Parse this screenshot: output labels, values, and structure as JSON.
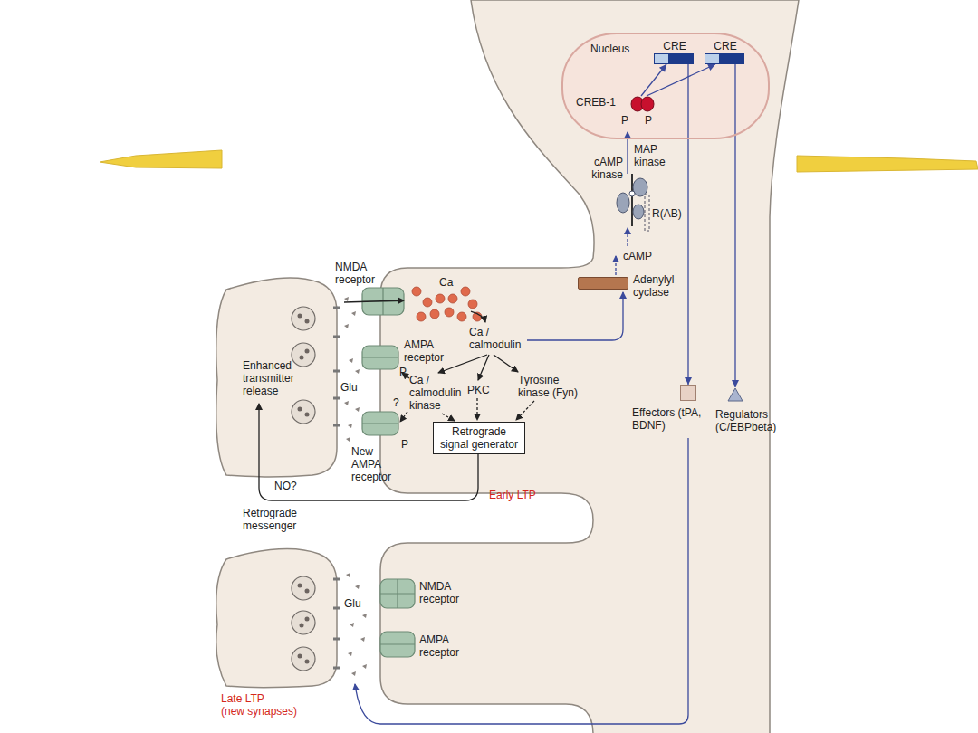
{
  "diagram": {
    "nodes": [
      {
        "text": [
          "Nucleus"
        ]
      },
      {
        "text": [
          "CRE"
        ],
        "in": 0
      },
      {
        "text": [
          "CRE"
        ],
        "in": 0
      },
      {
        "text": [
          "CREB-1",
          "P",
          "P"
        ],
        "in": 0
      },
      {
        "text": [
          "Adenylyl cyclase"
        ]
      },
      {
        "text": [
          "Retrograde signal generator"
        ]
      },
      {
        "text": [
          "Effectors (tPA, BDNF)"
        ]
      },
      {
        "text": [
          "Regulators (C/EBPbeta)"
        ]
      }
    ],
    "edges": [
      {
        "from": 3,
        "to": 1,
        "arrow": "to"
      },
      {
        "from": 3,
        "to": 2,
        "arrow": "to"
      },
      {
        "from": 1,
        "to": 6,
        "arrow": "to"
      },
      {
        "from": 2,
        "to": 7,
        "arrow": "to"
      }
    ],
    "labels": [
      "MAP kinase",
      "cAMP kinase",
      "R(AB)",
      "cAMP",
      "NMDA receptor",
      "Ca",
      "Ca / calmodulin",
      "AMPA receptor",
      "P",
      "Enhanced transmitter release",
      "Glu",
      "Ca / calmodulin kinase",
      "PKC",
      "Tyrosine kinase (Fyn)",
      "?",
      "P",
      "New AMPA receptor",
      "NO?",
      "Retrograde messenger",
      "Early LTP",
      "Glu",
      "NMDA receptor",
      "AMPA receptor",
      "Late LTP (new synapses)"
    ]
  }
}
